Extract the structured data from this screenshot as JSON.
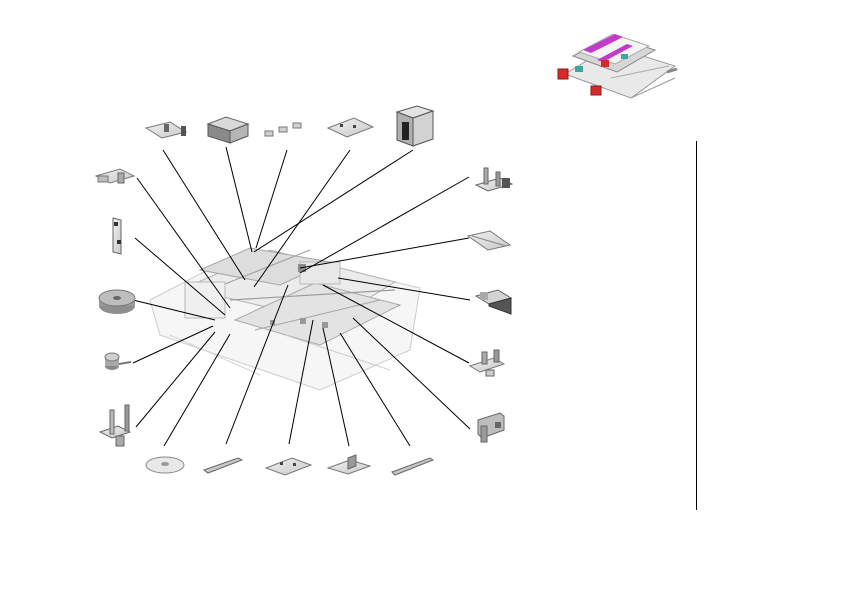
{
  "title": "",
  "diagram": {
    "type": "exploded-parts-view",
    "callout_style": "leader-lines",
    "part_count": 21,
    "parts": [
      {
        "name": "bracket-top-left",
        "icon": "bracket-plate"
      },
      {
        "name": "cover-block",
        "icon": "rounded-block"
      },
      {
        "name": "small-clips",
        "icon": "clip-set"
      },
      {
        "name": "mounting-plate",
        "icon": "flat-plate"
      },
      {
        "name": "box-housing",
        "icon": "box"
      },
      {
        "name": "hinge-bracket-left",
        "icon": "hinge"
      },
      {
        "name": "vertical-bracket",
        "icon": "vertical-bracket"
      },
      {
        "name": "roller-disk",
        "icon": "disk"
      },
      {
        "name": "small-roller",
        "icon": "roller"
      },
      {
        "name": "stand-bracket",
        "icon": "stand"
      },
      {
        "name": "washer",
        "icon": "washer"
      },
      {
        "name": "rod",
        "icon": "rod"
      },
      {
        "name": "base-plate",
        "icon": "plate"
      },
      {
        "name": "angle-bracket",
        "icon": "angle-bracket"
      },
      {
        "name": "shaft",
        "icon": "shaft"
      },
      {
        "name": "support-bracket-right",
        "icon": "bracket"
      },
      {
        "name": "guide-rail",
        "icon": "rail"
      },
      {
        "name": "clamp-piece",
        "icon": "clamp"
      },
      {
        "name": "hinge-right",
        "icon": "hinge"
      },
      {
        "name": "corner-block",
        "icon": "block"
      }
    ]
  },
  "colors": {
    "line": "#000000",
    "part_fill": "#d6d6d6",
    "part_light": "#ececec",
    "part_dark": "#8f8f8f",
    "accent_magenta": "#c23ac8",
    "accent_red": "#d62a2a",
    "accent_teal": "#3aa8a0"
  }
}
